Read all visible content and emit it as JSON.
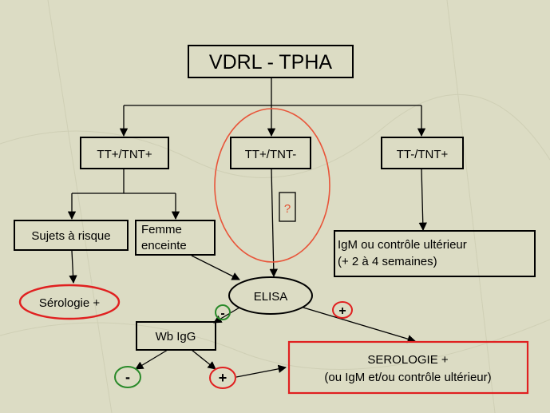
{
  "colors": {
    "background": "#dcdcc4",
    "ink": "#000000",
    "highlight_red": "#e02020",
    "oval_orange": "#e8553a",
    "minus_green": "#2a8a2a",
    "question_red": "#e05030"
  },
  "nodes": {
    "root": "VDRL - TPHA",
    "left_test": "TT+/TNT+",
    "middle_test": "TT+/TNT-",
    "right_test": "TT-/TNT+",
    "question_mark": "?",
    "risk_subjects": "Sujets à risque",
    "pregnant_line1": "Femme",
    "pregnant_line2": "enceinte",
    "serology_positive_small": "Sérologie +",
    "elisa": "ELISA",
    "wb_igg": "Wb IgG",
    "igm_line1": "IgM ou contrôle ultérieur",
    "igm_line2": "(+ 2 à 4 semaines)",
    "serology_final_line1": "SEROLOGIE +",
    "serology_final_line2": "(ou IgM et/ou contrôle ultérieur)"
  },
  "markers": {
    "elisa_minus": "-",
    "elisa_plus": "+",
    "wb_minus": "-",
    "wb_plus": "+"
  }
}
